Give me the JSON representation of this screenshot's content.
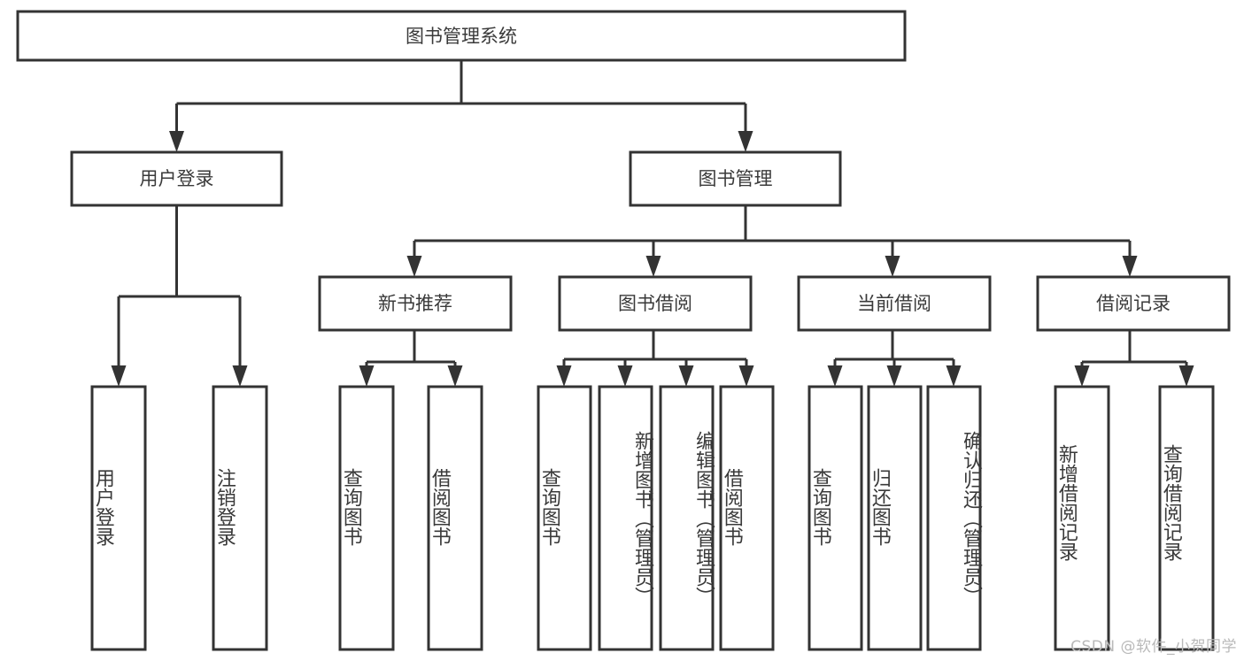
{
  "diagram": {
    "title": "图书管理系统",
    "watermark": "CSDN @软件_小贺同学",
    "type": "tree-hierarchy-flowchart",
    "colors": {
      "stroke": "#333333",
      "fill": "#ffffff",
      "text": "#3a3a3a",
      "watermark": "#b9b9b9"
    },
    "nodes": {
      "root": {
        "label": "图书管理系统"
      },
      "level2": [
        {
          "id": "user-login",
          "label": "用户登录"
        },
        {
          "id": "book-manage",
          "label": "图书管理"
        }
      ],
      "level3": [
        {
          "id": "new-book-rec",
          "label": "新书推荐"
        },
        {
          "id": "book-borrow",
          "label": "图书借阅"
        },
        {
          "id": "current-borrow",
          "label": "当前借阅"
        },
        {
          "id": "borrow-record",
          "label": "借阅记录"
        }
      ],
      "leaves": {
        "user_login": [
          {
            "id": "leaf-user-login",
            "label": "用户登录"
          },
          {
            "id": "leaf-logout",
            "label": "注销登录"
          }
        ],
        "new_book_rec": [
          {
            "id": "leaf-query-book-1",
            "label": "查询图书"
          },
          {
            "id": "leaf-borrow-book-1",
            "label": "借阅图书"
          }
        ],
        "book_borrow": [
          {
            "id": "leaf-query-book-2",
            "label": "查询图书"
          },
          {
            "id": "leaf-add-book",
            "label": "新增图书（管理员）"
          },
          {
            "id": "leaf-edit-book",
            "label": "编辑图书（管理员）"
          },
          {
            "id": "leaf-borrow-book-2",
            "label": "借阅图书"
          }
        ],
        "current_borrow": [
          {
            "id": "leaf-query-book-3",
            "label": "查询图书"
          },
          {
            "id": "leaf-return-book",
            "label": "归还图书"
          },
          {
            "id": "leaf-confirm-return",
            "label": "确认归还（管理员）"
          }
        ],
        "borrow_record": [
          {
            "id": "leaf-add-record",
            "label": "新增借阅记录"
          },
          {
            "id": "leaf-query-record",
            "label": "查询借阅记录"
          }
        ]
      }
    }
  }
}
